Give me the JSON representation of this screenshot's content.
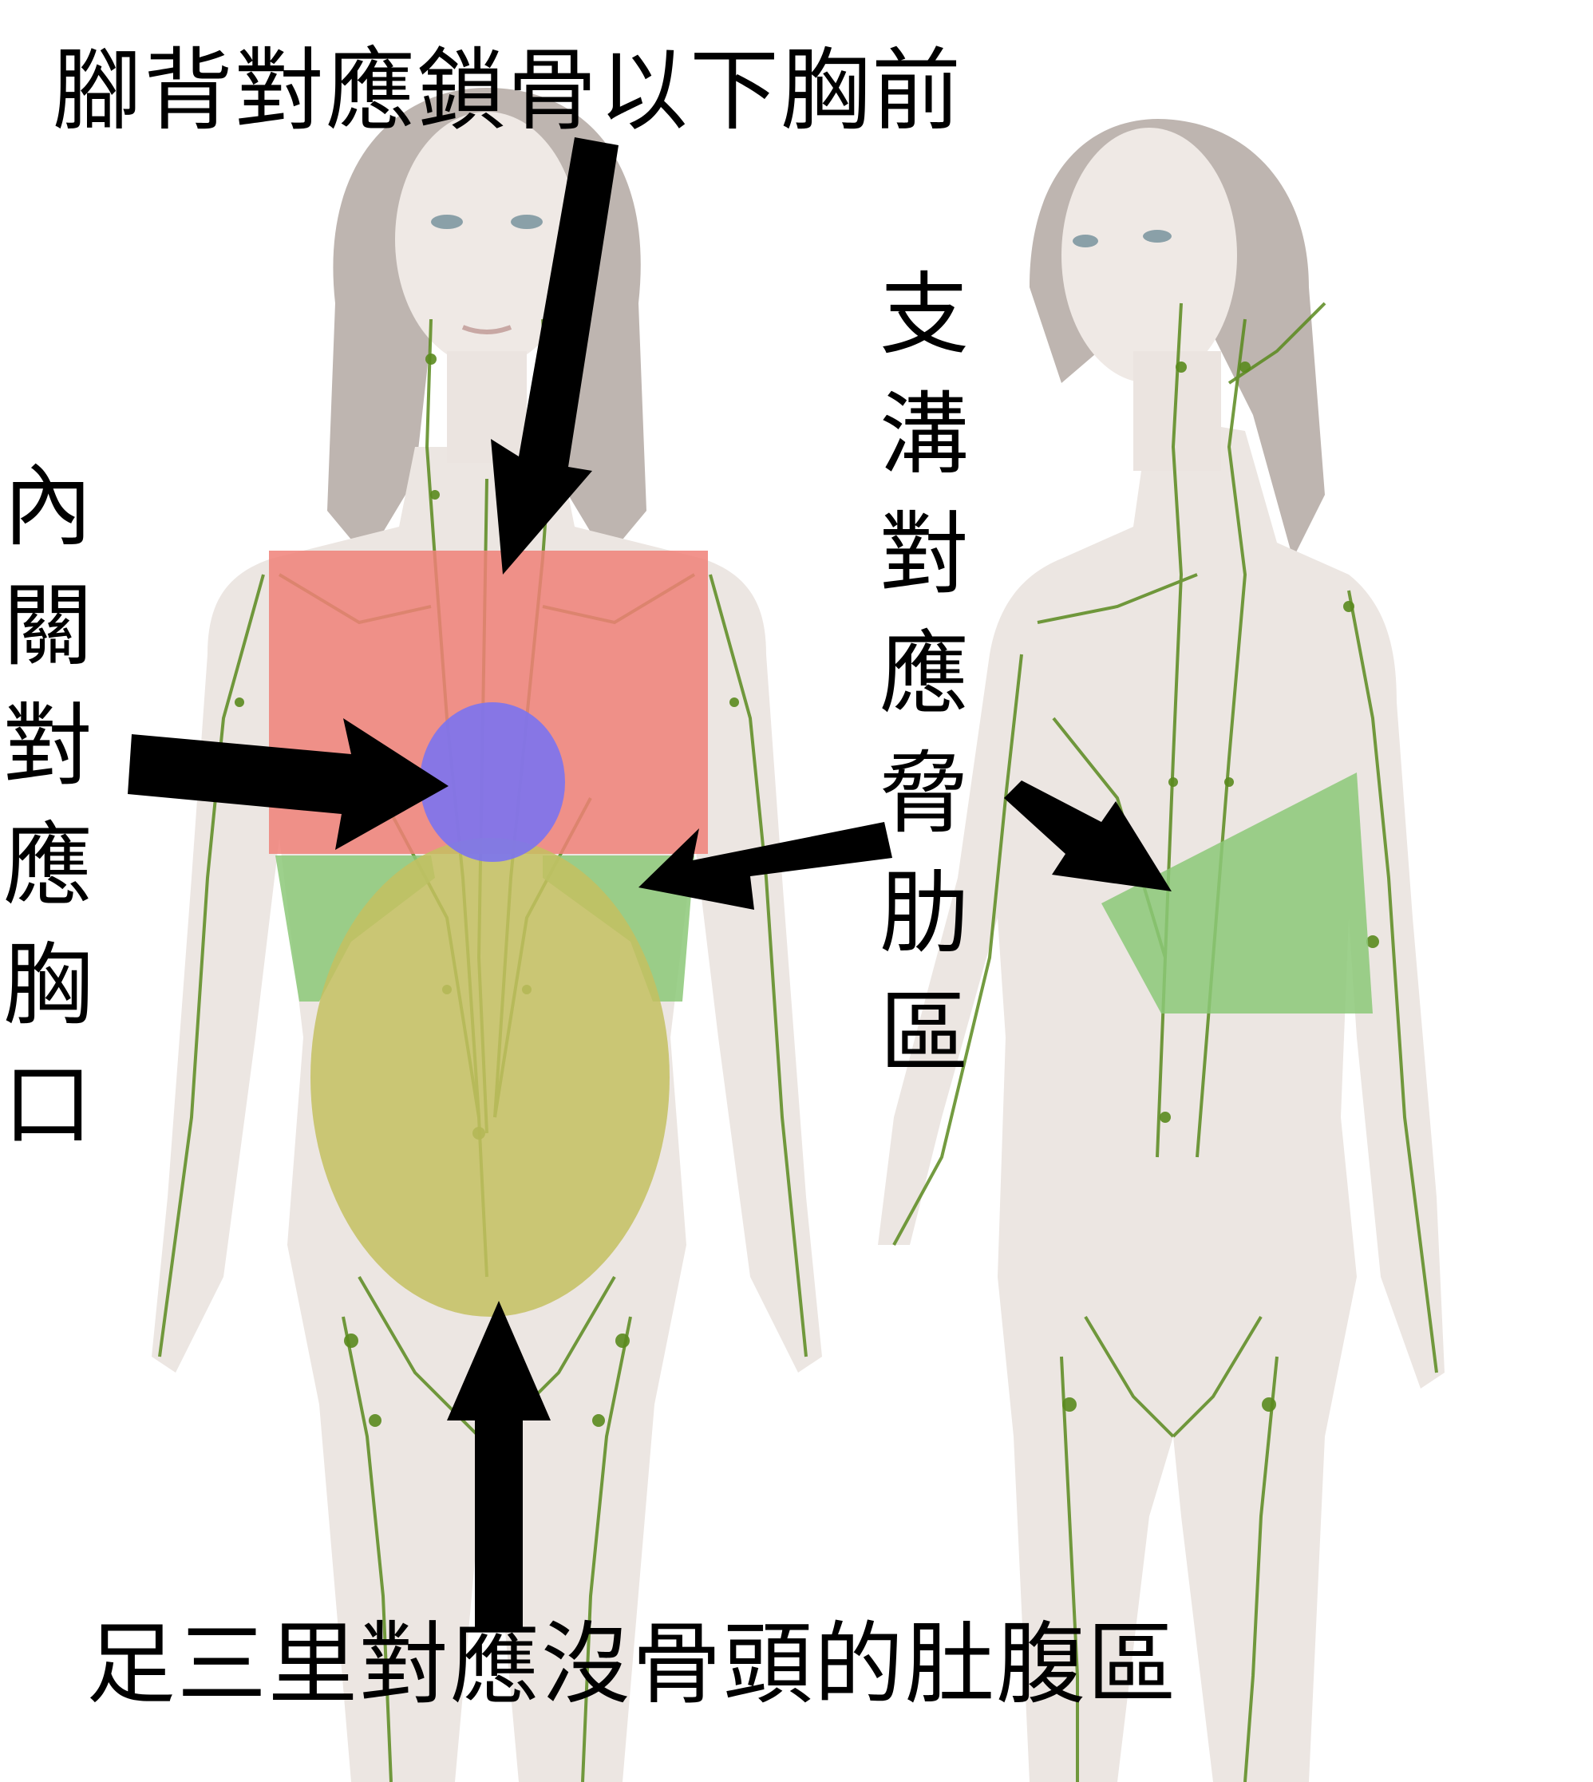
{
  "labels": {
    "top": "腳背對應鎖骨以下胸前",
    "left": "內關對應胸口",
    "right": "支溝對應脅肋區",
    "bottom": "足三里對應沒骨頭的肚腹區"
  },
  "colors": {
    "chest_region": "#f08078",
    "center_chest": "#7b73f0",
    "rib_region": "#8cc878",
    "abdomen_region": "#c4c060",
    "lymph": "#5a8a1e",
    "skin": "#ece6e2",
    "hair": "#9a8c84",
    "arrow": "#000000"
  }
}
